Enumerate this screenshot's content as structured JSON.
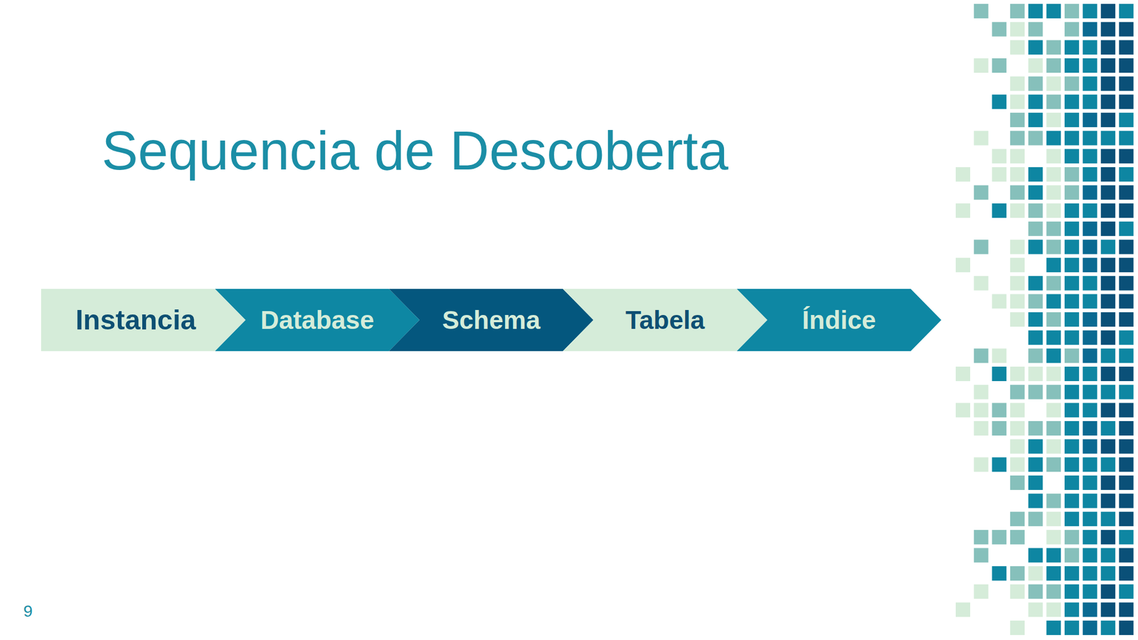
{
  "diagram": {
    "title": "Sequencia de Descoberta",
    "nodes": [
      {
        "text": [
          "Instancia"
        ]
      },
      {
        "text": [
          "Database"
        ]
      },
      {
        "text": [
          "Schema"
        ]
      },
      {
        "text": [
          "Tabela"
        ]
      },
      {
        "text": [
          "Índice"
        ]
      }
    ],
    "labels": [
      "9"
    ]
  }
}
